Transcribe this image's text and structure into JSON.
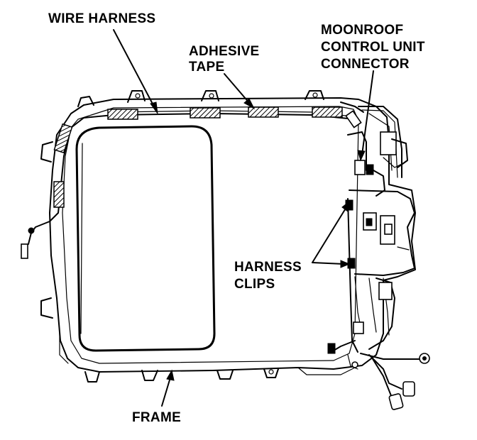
{
  "labels": {
    "wire_harness": "WIRE HARNESS",
    "adhesive_tape_line1": "ADHESIVE",
    "adhesive_tape_line2": "TAPE",
    "moonroof_line1": "MOONROOF",
    "moonroof_line2": "CONTROL UNIT",
    "moonroof_line3": "CONNECTOR",
    "harness_clips_line1": "HARNESS",
    "harness_clips_line2": "CLIPS",
    "frame": "FRAME"
  },
  "colors": {
    "line": "#000000",
    "background": "#ffffff"
  }
}
